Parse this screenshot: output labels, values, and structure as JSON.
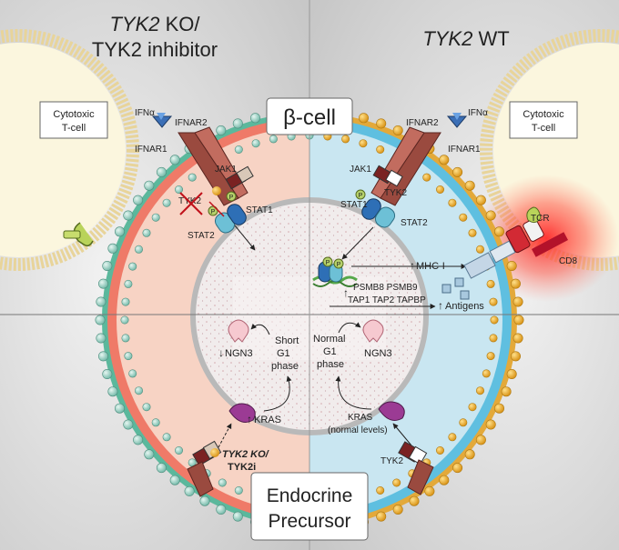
{
  "headers": {
    "left_line1_italic": "TYK2",
    "left_line1_rest": " KO/",
    "left_line2": "TYK2 inhibitor",
    "right_italic": "TYK2",
    "right_rest": " WT"
  },
  "boxes": {
    "beta_cell": "β-cell",
    "endocrine_line1": "Endocrine",
    "endocrine_line2": "Precursor",
    "tcell_left_line1": "Cytotoxic",
    "tcell_left_line2": "T-cell",
    "tcell_right_line1": "Cytotoxic",
    "tcell_right_line2": "T-cell"
  },
  "labels": {
    "ifna_left": "IFNα",
    "ifnar2_left": "IFNAR2",
    "ifnar1_left": "IFNAR1",
    "jak1_left": "JAK1",
    "tyk2_left": "TYK2",
    "stat1_left": "STAT1",
    "stat2_left": "STAT2",
    "ifna_right": "IFNα",
    "ifnar2_right": "IFNAR2",
    "ifnar1_right": "IFNAR1",
    "jak1_right": "JAK1",
    "tyk2_right": "TYK2",
    "stat1_right": "STAT1",
    "stat2_right": "STAT2",
    "tcr": "TCR",
    "cd8": "CD8",
    "mhc": "MHC-I",
    "psmb": "PSMB8 PSMB9",
    "tap": "TAP1 TAP2 TAPBP",
    "antigens": "Antigens",
    "ngn3_left": "NGN3",
    "short_1": "Short",
    "short_2": "G1",
    "short_3": "phase",
    "kras_left": "KRAS",
    "tyk2_ko_1": "TYK2 KO/",
    "tyk2_ko_2": "TYK2i",
    "normal_1": "Normal",
    "normal_2": "G1",
    "normal_3": "phase",
    "ngn3_right": "NGN3",
    "kras_right_1": "KRAS",
    "kras_right_2": "(normal levels)",
    "tyk2_bottom_right": "TYK2",
    "p": "P"
  },
  "colors": {
    "left_cytoplasm": "#f7d3c4",
    "right_cytoplasm": "#c9e6f1",
    "left_membrane": "#ef7a68",
    "right_membrane": "#5fbfe0",
    "bead": "#a8d9cb",
    "bead_gold": "#f0b429",
    "red_text": "#c0111a",
    "up_arrow": "#2ea04a"
  }
}
